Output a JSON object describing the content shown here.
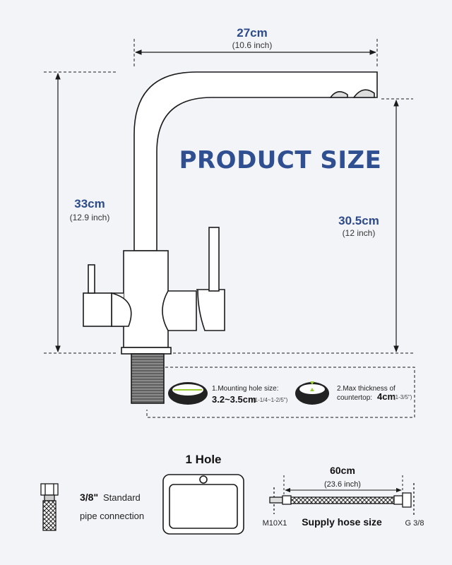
{
  "title": "PRODUCT SIZE",
  "width": {
    "main": "27cm",
    "sub": "(10.6 inch)"
  },
  "height_total": {
    "main": "33cm",
    "sub": "(12.9 inch)"
  },
  "height_spout": {
    "main": "30.5cm",
    "sub": "(12 inch)"
  },
  "notes": {
    "mounting": {
      "label": "1.Mounting hole size:",
      "value": "3.2~3.5cm",
      "inch": "(1-1/4~1-2/5\")"
    },
    "thickness": {
      "label1": "2.Max thickness of",
      "label2": "countertop:",
      "value": "4cm",
      "inch": "(1-3/5\")"
    }
  },
  "connection": {
    "size": "3/8\"",
    "standard": "Standard",
    "text2": "pipe connection"
  },
  "hole": {
    "title": "1 Hole"
  },
  "hose": {
    "length_main": "60cm",
    "length_sub": "(23.6 inch)",
    "left_thread": "M10X1",
    "label": "Supply hose size",
    "right_thread": "G 3/8"
  },
  "colors": {
    "accent": "#2d4a8a",
    "outline": "#1a1a1a",
    "background": "#f3f4f8",
    "arrow_green": "#9acd32"
  }
}
